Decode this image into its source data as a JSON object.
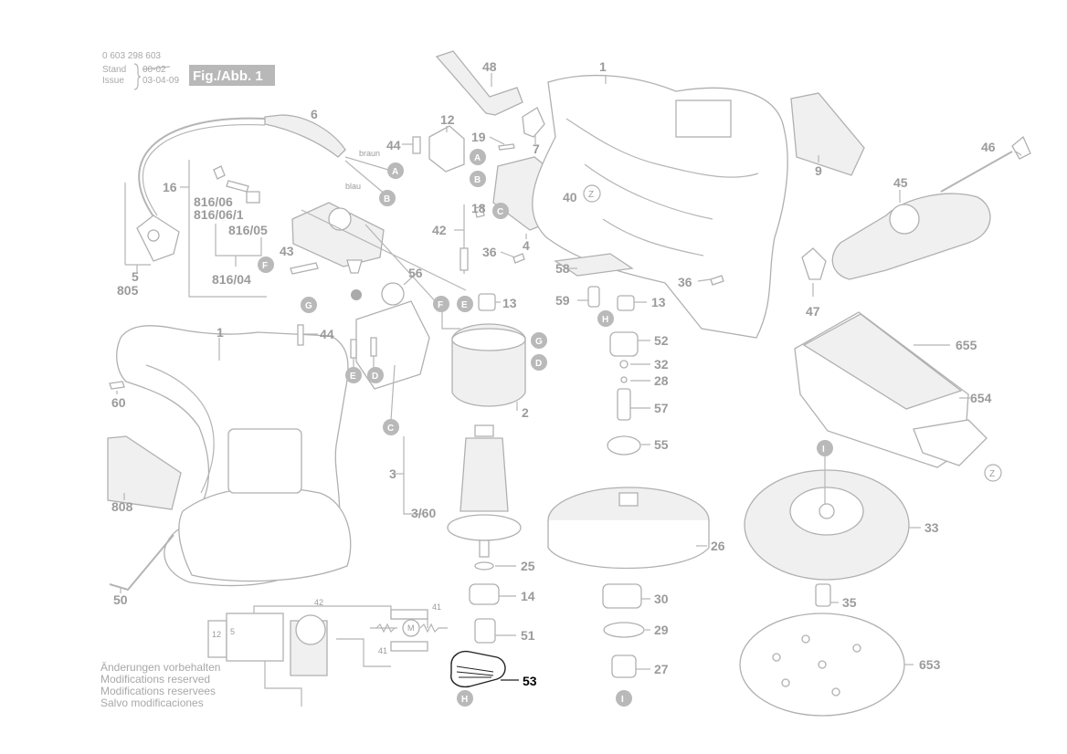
{
  "header": {
    "part_number": "0 603 298 603",
    "stand_label": "Stand",
    "issue_label": "Issue",
    "stand_value": "00-02",
    "issue_value": "03-04-09",
    "figure_label": "Fig./Abb. 1"
  },
  "notes": [
    "Änderungen vorbehalten",
    "Modifications reserved",
    "Modifications reservees",
    "Salvo modificaciones"
  ],
  "wire_labels": {
    "brown": "braun",
    "blue": "blau"
  },
  "parts": {
    "p1a": "1",
    "p1b": "1",
    "p2": "2",
    "p3": "3",
    "p3_60": "3/60",
    "p4": "4",
    "p5": "5",
    "p6": "6",
    "p7": "7",
    "p9": "9",
    "p12": "12",
    "p13a": "13",
    "p13b": "13",
    "p14": "14",
    "p16": "16",
    "p18": "18",
    "p19": "19",
    "p25": "25",
    "p26": "26",
    "p27": "27",
    "p28": "28",
    "p29": "29",
    "p30": "30",
    "p32": "32",
    "p33": "33",
    "p35": "35",
    "p36a": "36",
    "p36b": "36",
    "p40": "40",
    "p42": "42",
    "p43": "43",
    "p44a": "44",
    "p44b": "44",
    "p45": "45",
    "p46": "46",
    "p47": "47",
    "p48": "48",
    "p50": "50",
    "p51": "51",
    "p52": "52",
    "p53": "53",
    "p55": "55",
    "p56": "56",
    "p57": "57",
    "p58": "58",
    "p59": "59",
    "p60": "60",
    "p653": "653",
    "p654": "654",
    "p655": "655",
    "p805": "805",
    "p808": "808",
    "p816_04": "816/04",
    "p816_05": "816/05",
    "p816_06": "816/06",
    "p816_06_1": "816/06/1"
  },
  "markers": {
    "A": "A",
    "B": "B",
    "C": "C",
    "D": "D",
    "E": "E",
    "F": "F",
    "G": "G",
    "H": "H",
    "I": "I",
    "Z": "Z"
  },
  "circuit": {
    "c42": "42",
    "c41a": "41",
    "c41b": "41",
    "c12": "12",
    "c5": "5",
    "motor": "M"
  },
  "highlight_part": "53",
  "colors": {
    "line": "#b5b5b5",
    "label": "#9b9b9b",
    "highlight": "#000000",
    "marker": "#b9b9b9"
  }
}
